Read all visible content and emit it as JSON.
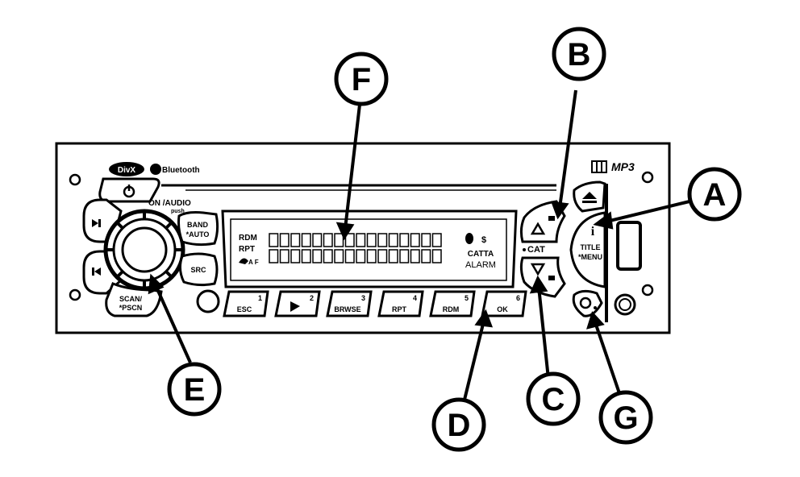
{
  "panel": {
    "brand_divx": "DivX",
    "bluetooth_label": "Bluetooth",
    "mp3_logo": "MP3",
    "power_label": "ON /AUDIO",
    "power_sub": "push",
    "band_label_1": "BAND",
    "band_label_2": "*AUTO",
    "src_label": "SRC",
    "scan_label_1": "SCAN/",
    "scan_label_2": "*PSCN",
    "cat_label": "CAT",
    "title_label": "TITLE",
    "menu_label": "*MENU",
    "info_label": "i"
  },
  "display": {
    "left_indicators": [
      "RDM",
      "RPT",
      "A F"
    ],
    "right_top": "CATTA",
    "right_bottom": "ALARM"
  },
  "preset_buttons": [
    {
      "number": "1",
      "label": "ESC"
    },
    {
      "number": "2",
      "label": ""
    },
    {
      "number": "3",
      "label": "BRWSE"
    },
    {
      "number": "4",
      "label": "RPT"
    },
    {
      "number": "5",
      "label": "RDM"
    },
    {
      "number": "6",
      "label": "OK"
    }
  ],
  "callouts": {
    "A": "A",
    "B": "B",
    "C": "C",
    "D": "D",
    "E": "E",
    "F": "F",
    "G": "G"
  }
}
